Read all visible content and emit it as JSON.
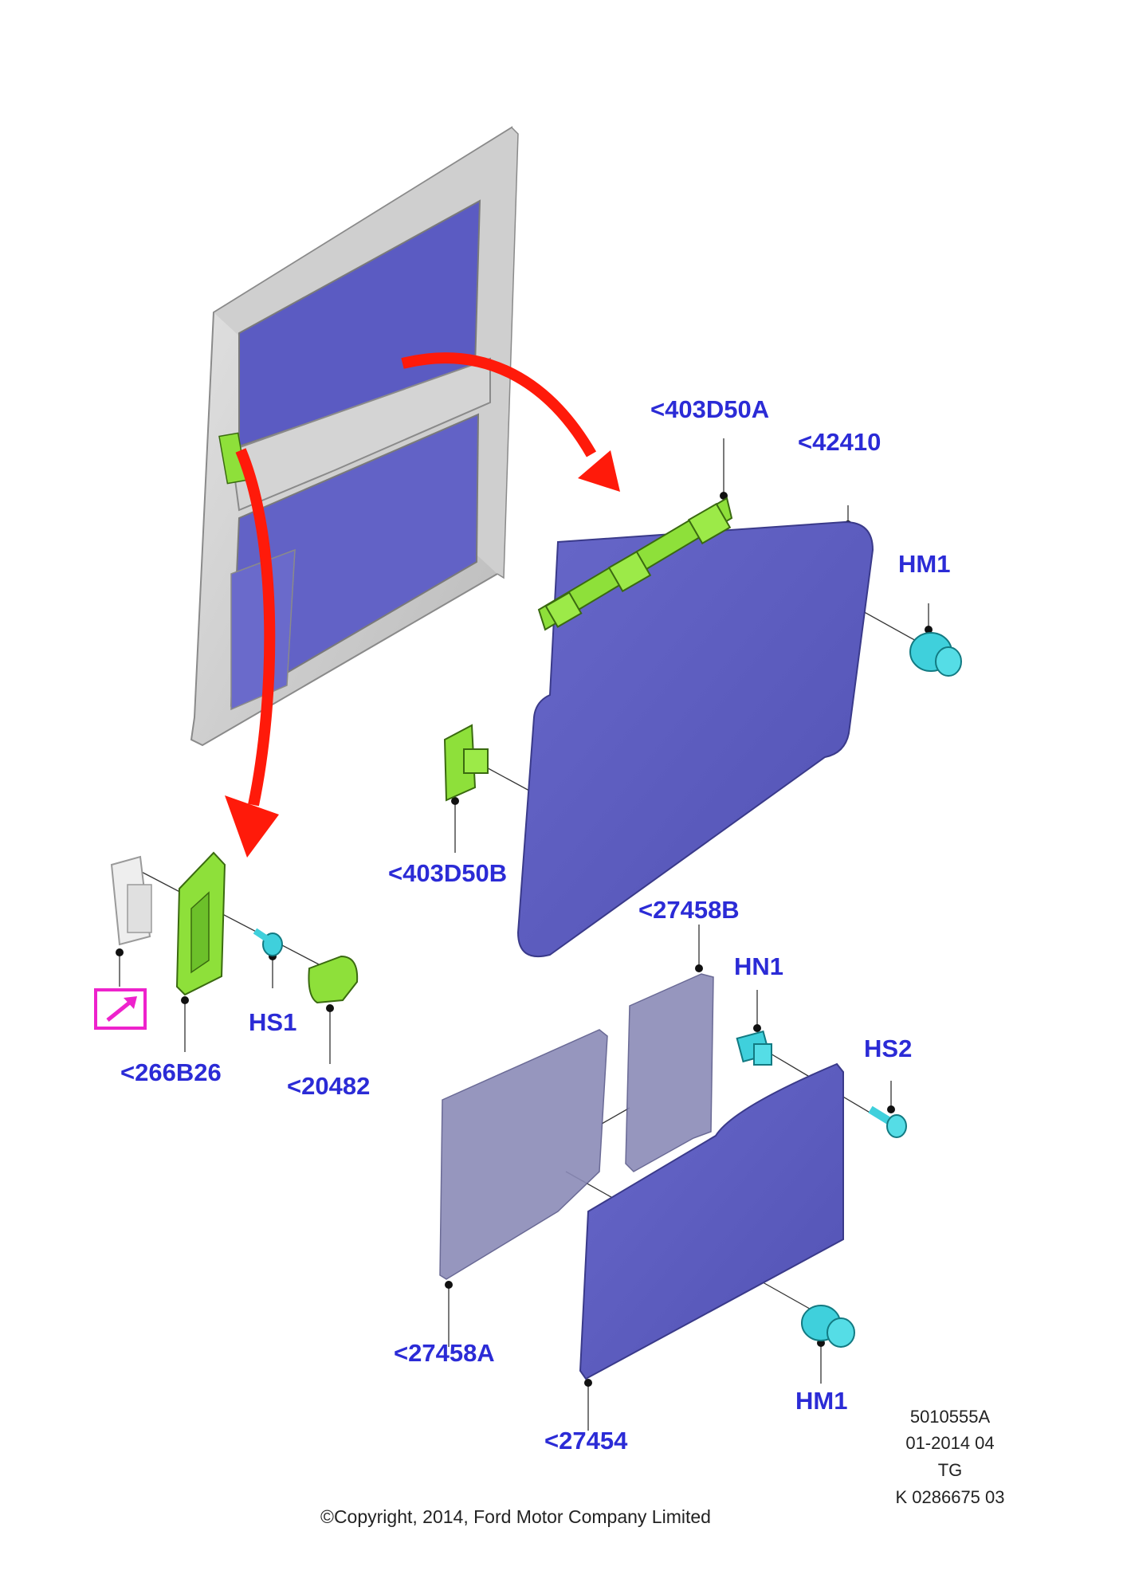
{
  "callouts": {
    "bracket_a": "<403D50A",
    "panel_upper": "<42410",
    "hm1_upper": "HM1",
    "bracket_b": "<403D50B",
    "trim_b": "<27458B",
    "hn1": "HN1",
    "hs2": "HS2",
    "handle": "<266B26",
    "screw_hs1": "HS1",
    "cap": "<20482",
    "trim_a": "<27458A",
    "hm1_lower": "HM1",
    "panel_lower": "<27454"
  },
  "footer": {
    "ref_code": "5010555A",
    "date_code": "01-2014 04",
    "author_code": "TG",
    "part_code": "K 0286675 03",
    "copyright": "©Copyright, 2014, Ford Motor Company Limited"
  },
  "colors": {
    "panel_fill": "#5c5cc0",
    "trim_fill": "#8b8bb8",
    "bracket_fill": "#8ee03a",
    "fastener_fill": "#3fd0dc",
    "arrow_red": "#ff1a0a",
    "callout_blue": "#2b2bd6",
    "link_magenta": "#ee22cc"
  },
  "icons": {
    "reference_link": "arrow-northeast-icon"
  }
}
